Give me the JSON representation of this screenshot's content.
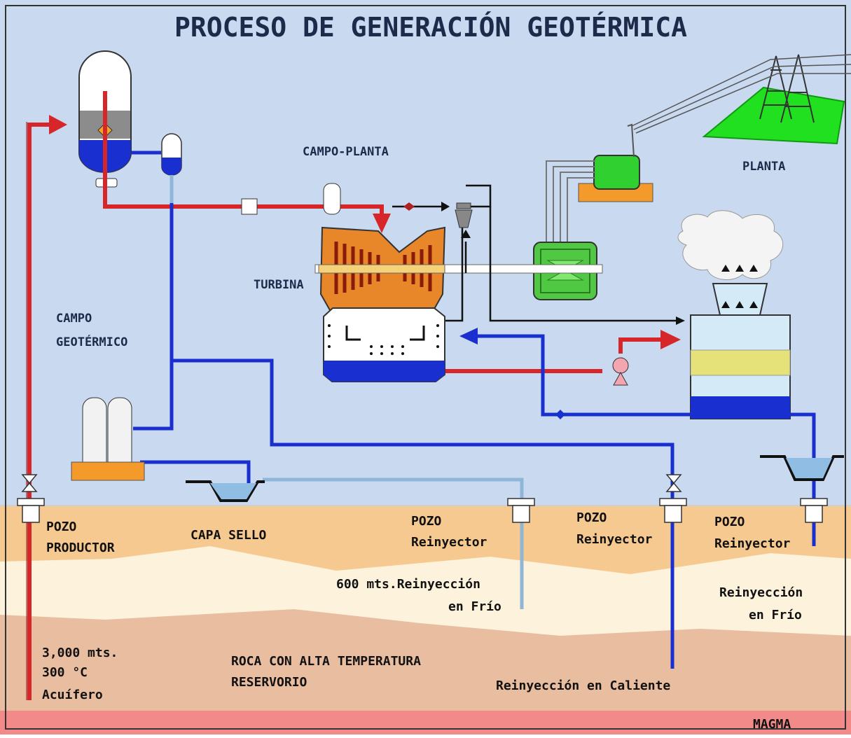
{
  "title": "PROCESO DE GENERACIÓN GEOTÉRMICA",
  "labels": {
    "campo_planta": "CAMPO-PLANTA",
    "planta": "PLANTA",
    "turbina": "TURBINA",
    "campo_line1": "CAMPO",
    "campo_line2": "GEOTÉRMICO",
    "pozo_productor_line1": "POZO",
    "pozo_productor_line2": "PRODUCTOR",
    "capa_sello": "CAPA SELLO",
    "pozo_reinyector_1_line1": "POZO",
    "pozo_reinyector_1_line2": "Reinyector",
    "pozo_reinyector_2_line1": "POZO",
    "pozo_reinyector_2_line2": "Reinyector",
    "pozo_reinyector_3_line1": "POZO",
    "pozo_reinyector_3_line2": "Reinyector",
    "reiny_frio_600_line1": "600 mts.Reinyección",
    "reiny_frio_600_line2": "en Frío",
    "reiny_frio_line1": "Reinyección",
    "reiny_frio_line2": "en Frío",
    "acuifero_line1": "3,000 mts.",
    "acuifero_line2": "300 °C",
    "acuifero_line3": "Acuífero",
    "roca_line1": "ROCA CON ALTA TEMPERATURA",
    "roca_line2": "RESERVORIO",
    "reiny_caliente": "Reinyección en Caliente",
    "magma": "MAGMA"
  },
  "colors": {
    "sky": "#c8d9f0",
    "soil_top": "#f6c990",
    "soil_cream": "#fdf2dc",
    "rock": "#e9bda0",
    "magma": "#f28a8a",
    "steam_red": "#d6262a",
    "water_blue": "#1a2fd0",
    "light_blue": "#8fb6d6",
    "turbine_orange": "#e8862a",
    "generator_green": "#4cc83a",
    "text_navy": "#1d2a4a"
  }
}
